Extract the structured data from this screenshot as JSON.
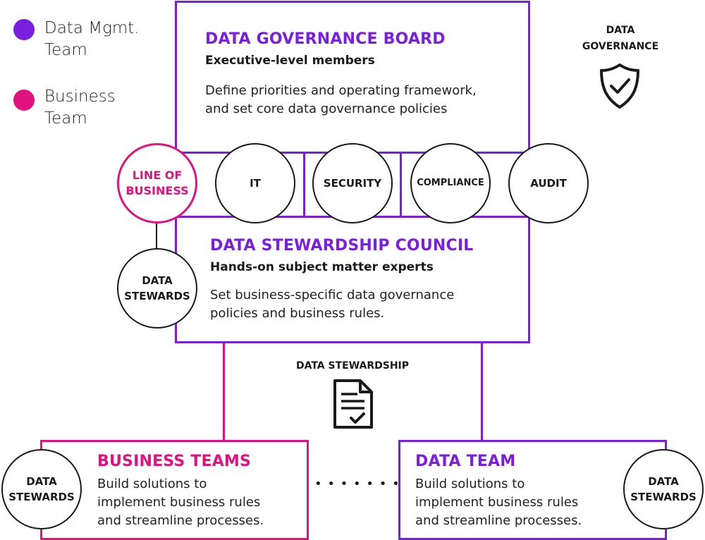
{
  "legend": [
    {
      "label_line1": "Data Mgmt.",
      "label_line2": "Team",
      "color": "#7a1fe0"
    },
    {
      "label_line1": "Business",
      "label_line2": "Team",
      "color": "#e0127f"
    }
  ],
  "governance_board": {
    "title": "DATA GOVERNANCE BOARD",
    "subtitle": "Executive-level members",
    "desc_line1": "Define priorities and operating framework,",
    "desc_line2": "and set core data governance policies"
  },
  "governance_icon": {
    "caption_line1": "DATA",
    "caption_line2": "GOVERNANCE",
    "icon": "shield-check-icon"
  },
  "members": {
    "line_of_business_1": "LINE OF",
    "line_of_business_2": "BUSINESS",
    "it": "IT",
    "security": "SECURITY",
    "compliance": "COMPLIANCE",
    "audit": "AUDIT"
  },
  "stewardship_council": {
    "title": "DATA STEWARDSHIP COUNCIL",
    "subtitle": "Hands-on subject matter experts",
    "desc_line1": "Set business-specific data governance",
    "desc_line2": "policies and business rules."
  },
  "data_stewards": {
    "line1": "DATA",
    "line2": "STEWARDS"
  },
  "stewardship_icon": {
    "caption": "DATA STEWARDSHIP",
    "icon": "document-check-icon"
  },
  "business_teams": {
    "title": "BUSINESS TEAMS",
    "desc_line1": "Build solutions to",
    "desc_line2": "implement business rules",
    "desc_line3": "and streamline processes."
  },
  "data_team": {
    "title": "DATA TEAM",
    "desc_line1": "Build solutions to",
    "desc_line2": "implement business rules",
    "desc_line3": "and streamline processes."
  },
  "dots": "• • • • • • •",
  "colors": {
    "purple": "#7a1fe0",
    "pink": "#e0127f"
  }
}
